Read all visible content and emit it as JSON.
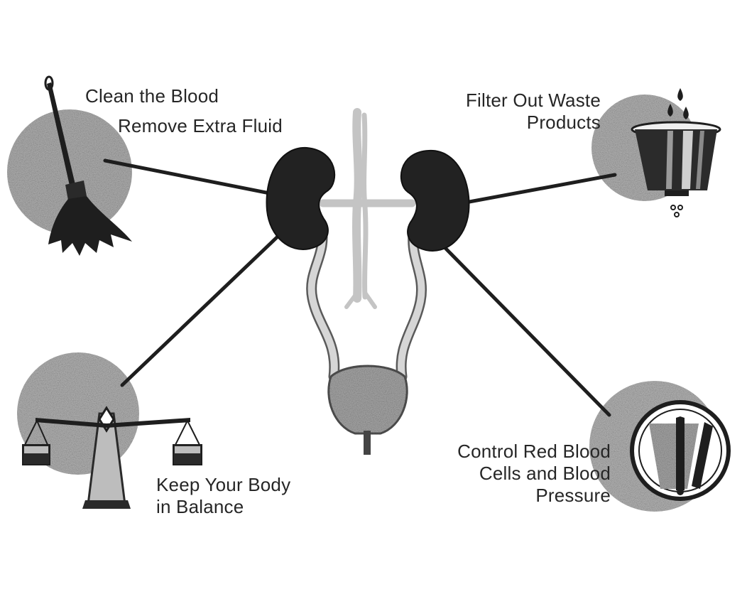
{
  "labels": {
    "clean_blood": "Clean the Blood",
    "remove_fluid": "Remove Extra Fluid",
    "filter_line1": "Filter Out Waste",
    "filter_line2": "Products",
    "balance_line1": "Keep Your Body",
    "balance_line2": "in Balance",
    "control_line1": "Control Red Blood",
    "control_line2": "Cells and Blood",
    "control_line3": "Pressure"
  },
  "icons": [
    "mop-icon",
    "bucket-icon",
    "scale-icon",
    "gauge-icon",
    "kidney-icon",
    "bladder-icon"
  ],
  "colors": {
    "background": "#ffffff",
    "ink": "#1e1e1e",
    "kidney": "#222222",
    "circle": "#b2b2b2",
    "vessel": "#c4c4c4",
    "organ_gray": "#a9a9a9"
  }
}
